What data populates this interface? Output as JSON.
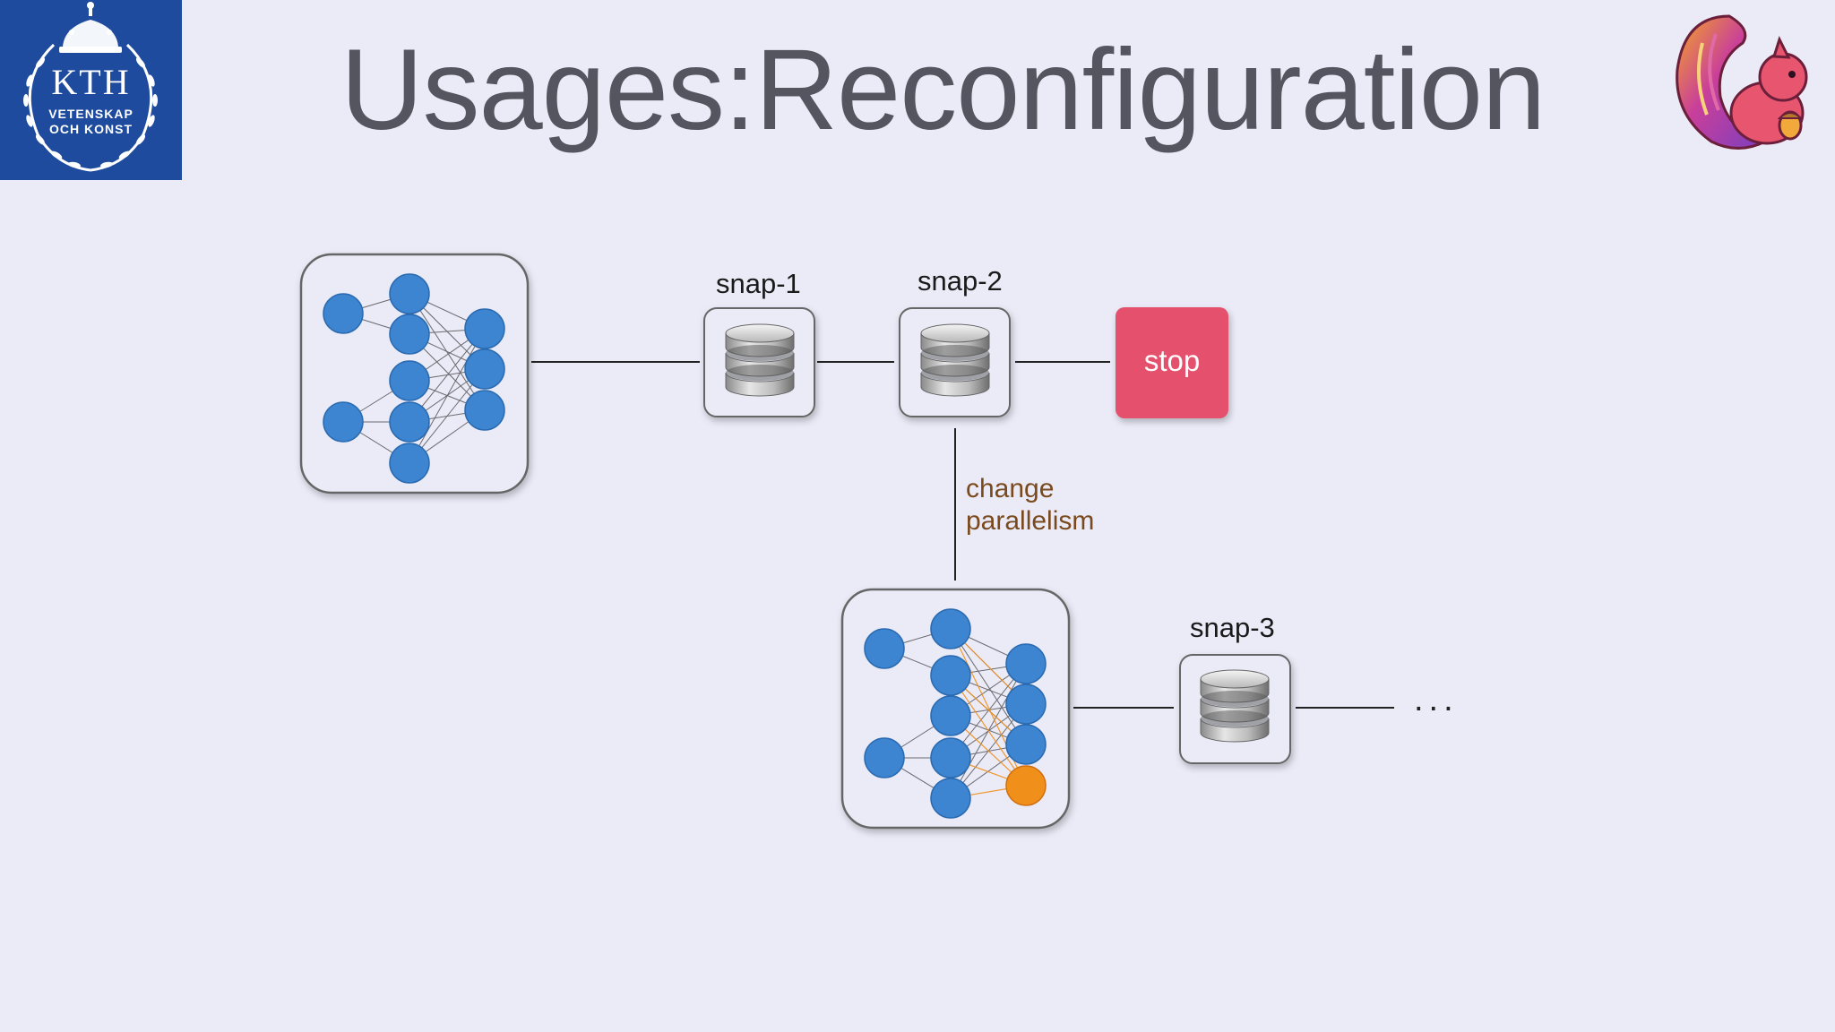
{
  "slide": {
    "title": "Usages:Reconfiguration"
  },
  "logo_kth": {
    "name": "KTH",
    "line1": "VETENSKAP",
    "line2": "OCH KONST",
    "icon": "crown-wreath-icon",
    "color": "#1e4b9e"
  },
  "logo_flink": {
    "icon": "squirrel-icon"
  },
  "diagram": {
    "snapshots": [
      {
        "label": "snap-1"
      },
      {
        "label": "snap-2"
      },
      {
        "label": "snap-3"
      }
    ],
    "stop": {
      "label": "stop",
      "color": "#e5506d"
    },
    "transition": {
      "line1": "change",
      "line2": "parallelism"
    },
    "continuation": "...",
    "node_color": "#3d85d0",
    "new_node_color": "#f0901a"
  }
}
